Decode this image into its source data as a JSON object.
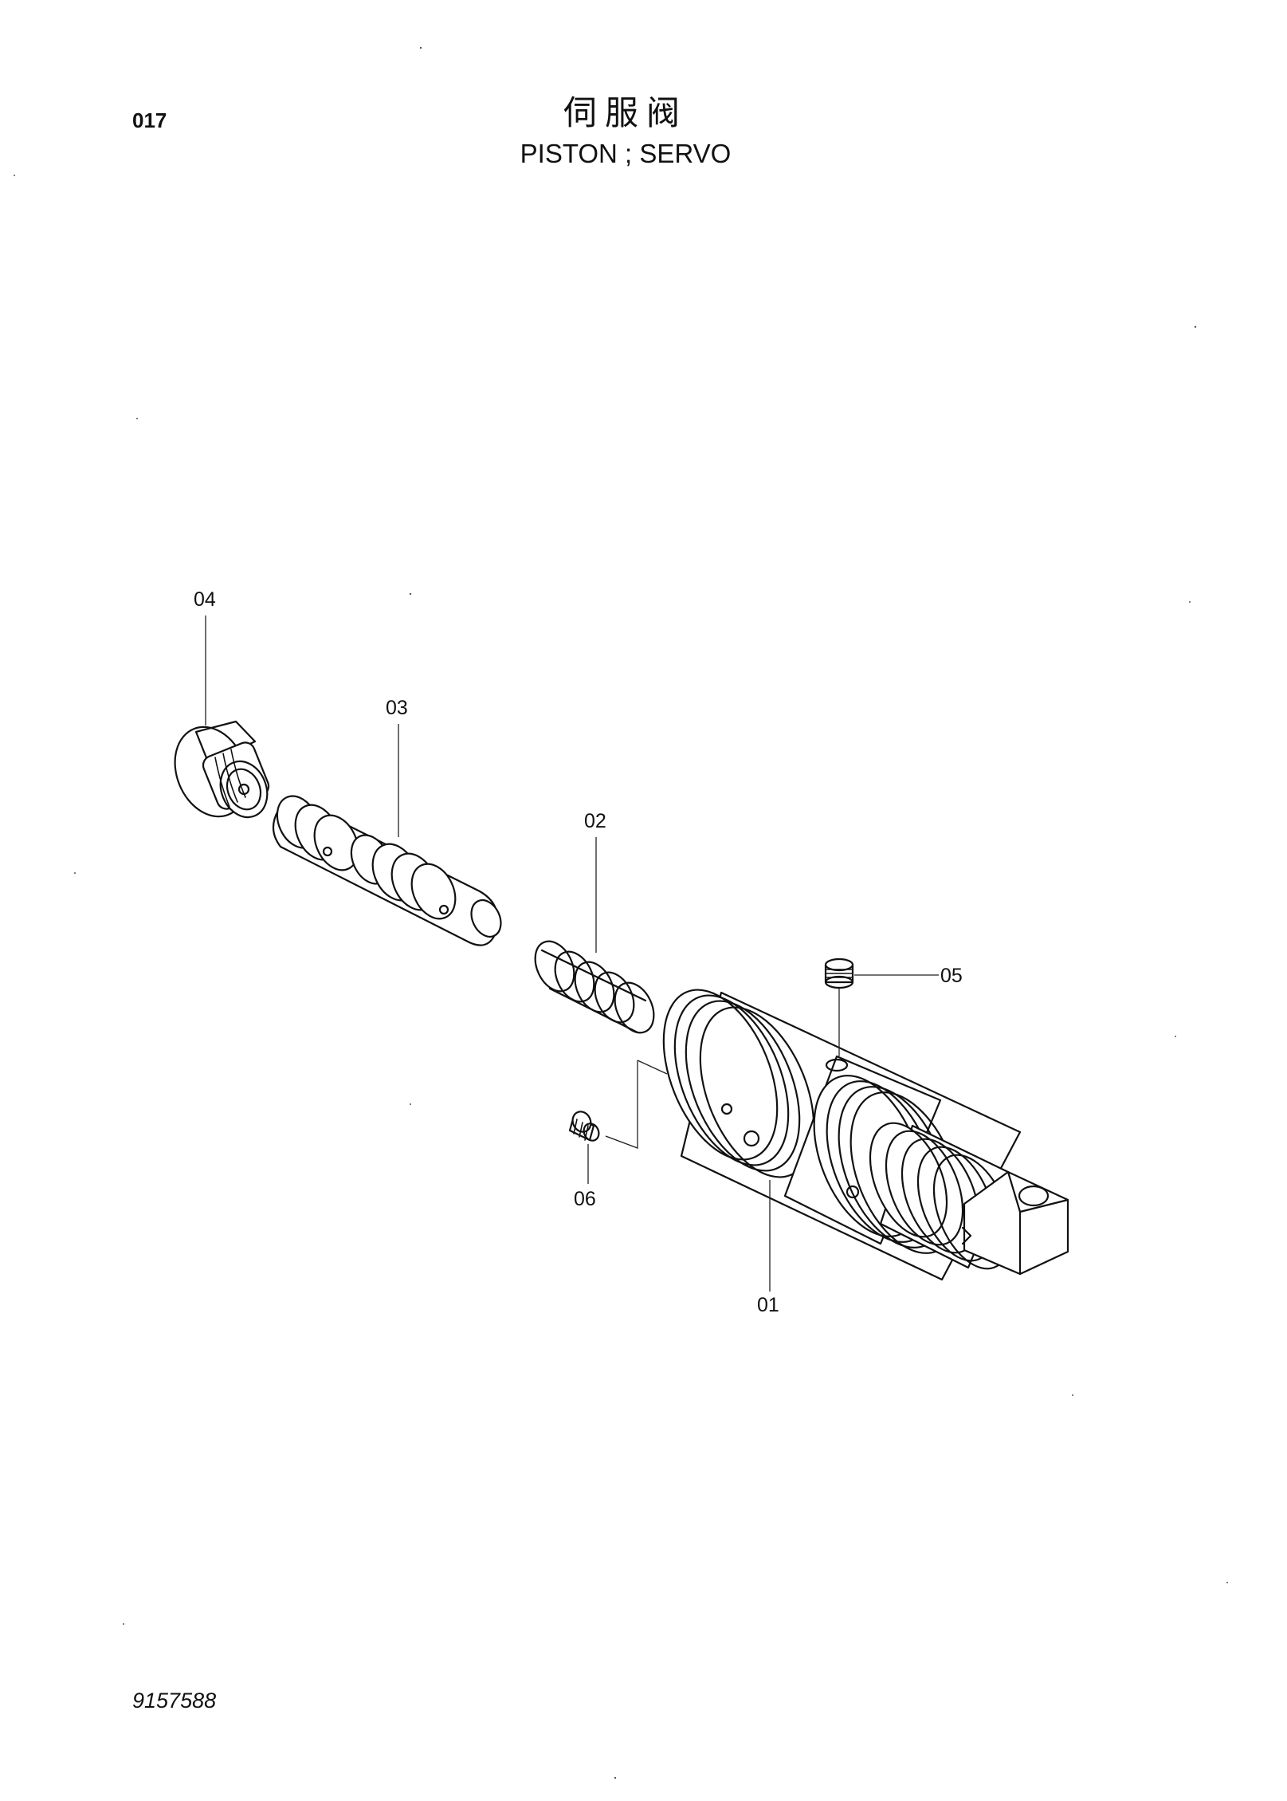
{
  "header": {
    "page_number": "017",
    "title_cn": "伺服阀",
    "title_en": "PISTON ; SERVO"
  },
  "footer": {
    "document_number": "9157588"
  },
  "parts": [
    {
      "id": "01",
      "label": "01"
    },
    {
      "id": "02",
      "label": "02"
    },
    {
      "id": "03",
      "label": "03"
    },
    {
      "id": "04",
      "label": "04"
    },
    {
      "id": "05",
      "label": "05"
    },
    {
      "id": "06",
      "label": "06"
    }
  ],
  "colors": {
    "ink": "#111111",
    "paper": "#ffffff"
  }
}
